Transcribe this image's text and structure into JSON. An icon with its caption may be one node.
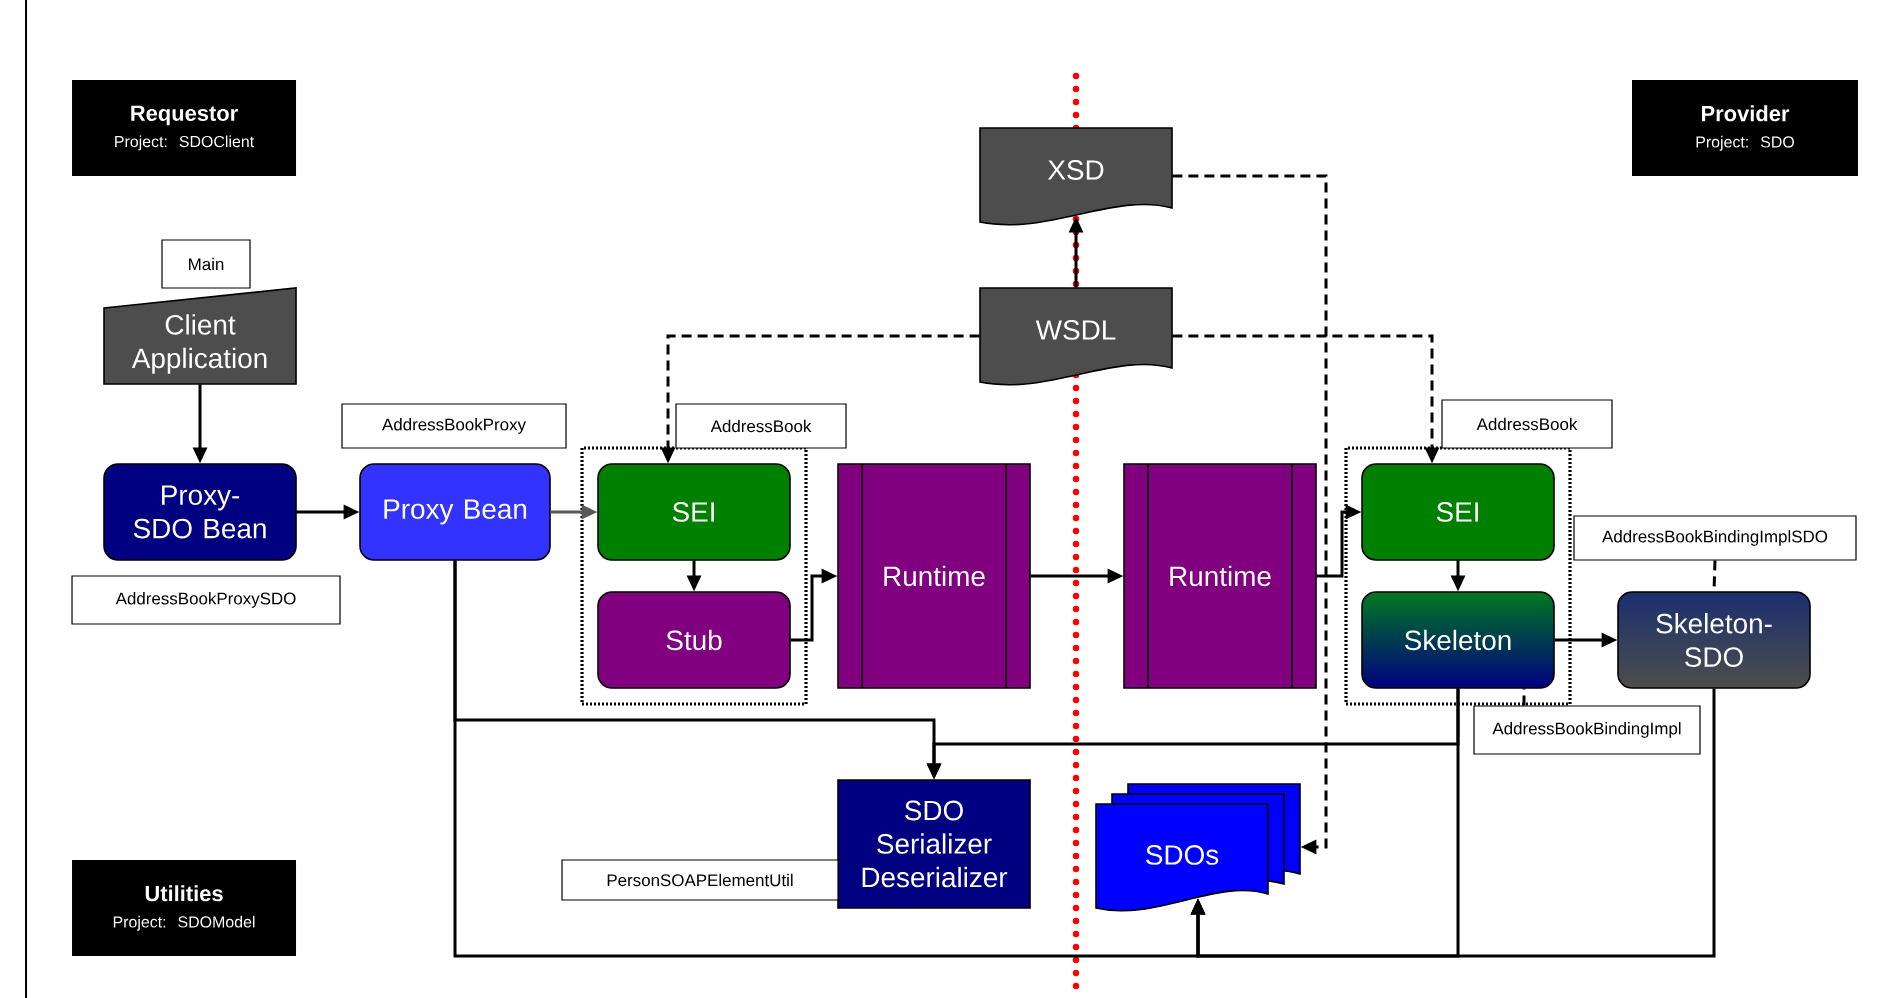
{
  "diagram": {
    "nodes": [
      {
        "text": [
          "Requestor",
          "Project: SDOClient"
        ]
      },
      {
        "text": [
          "Provider",
          "Project: SDO"
        ]
      },
      {
        "text": [
          "Utilities",
          "Project: SDOModel"
        ]
      },
      {
        "text": [
          "Main"
        ]
      },
      {
        "text": [
          "Client Application"
        ]
      },
      {
        "text": [
          "Proxy- SDO Bean"
        ]
      },
      {
        "text": [
          "AddressBookProxySDO"
        ]
      },
      {
        "text": [
          "AddressBookProxy"
        ]
      },
      {
        "text": [
          "Proxy Bean"
        ]
      },
      {
        "text": [],
        "shape": "box"
      },
      {
        "text": [
          "AddressBook"
        ]
      },
      {
        "text": [
          "SEI"
        ],
        "in": 9
      },
      {
        "text": [
          "Stub"
        ],
        "in": 9
      },
      {
        "text": [
          "Runtime"
        ]
      },
      {
        "text": [
          "WSDL"
        ]
      },
      {
        "text": [
          "XSD"
        ]
      },
      {
        "text": [
          "Runtime"
        ]
      },
      {
        "text": [],
        "shape": "box"
      },
      {
        "text": [
          "AddressBook"
        ]
      },
      {
        "text": [
          "SEI"
        ],
        "in": 17
      },
      {
        "text": [
          "Skeleton"
        ],
        "in": 17
      },
      {
        "text": [
          "AddressBookBindingImplSDO"
        ]
      },
      {
        "text": [
          "Skeleton- SDO"
        ]
      },
      {
        "text": [
          "AddressBookBindingImpl"
        ]
      },
      {
        "text": [
          "SDO Serializer Deserializer"
        ]
      },
      {
        "text": [
          "PersonSOAPElementUtil"
        ]
      },
      {
        "text": [
          "SDOs"
        ]
      }
    ],
    "edges": [
      {
        "from": 4,
        "to": 5,
        "arrow": "to"
      },
      {
        "from": 5,
        "to": 8,
        "arrow": "to"
      },
      {
        "from": 8,
        "to": 11,
        "arrow": "to",
        "color": "#595959"
      },
      {
        "from": 11,
        "to": 12,
        "arrow": "to"
      },
      {
        "from": 12,
        "to": 13,
        "arrow": "to"
      },
      {
        "from": 13,
        "to": 16,
        "arrow": "to"
      },
      {
        "from": 16,
        "to": 19,
        "arrow": "to"
      },
      {
        "from": 19,
        "to": 20,
        "arrow": "to"
      },
      {
        "from": 20,
        "to": 22,
        "arrow": "to"
      },
      {
        "from": 14,
        "to": 15,
        "arrow": "to"
      },
      {
        "from": 14,
        "to": 11,
        "arrow": "to",
        "style": "dashed"
      },
      {
        "from": 14,
        "to": 19,
        "arrow": "to",
        "style": "dashed"
      },
      {
        "from": 15,
        "to": 26,
        "arrow": "to",
        "style": "dashed"
      },
      {
        "from": 8,
        "to": 24,
        "arrow": "to"
      },
      {
        "from": 20,
        "to": 24,
        "arrow": "to"
      },
      {
        "from": 8,
        "to": 26,
        "arrow": "to"
      },
      {
        "from": 20,
        "to": 26,
        "arrow": "to"
      },
      {
        "from": 22,
        "to": 26,
        "arrow": "to"
      },
      {
        "from": 21,
        "to": 22,
        "arrow": "none",
        "style": "dashed"
      },
      {
        "from": 23,
        "to": 20,
        "arrow": "none",
        "style": "dashed"
      }
    ]
  }
}
